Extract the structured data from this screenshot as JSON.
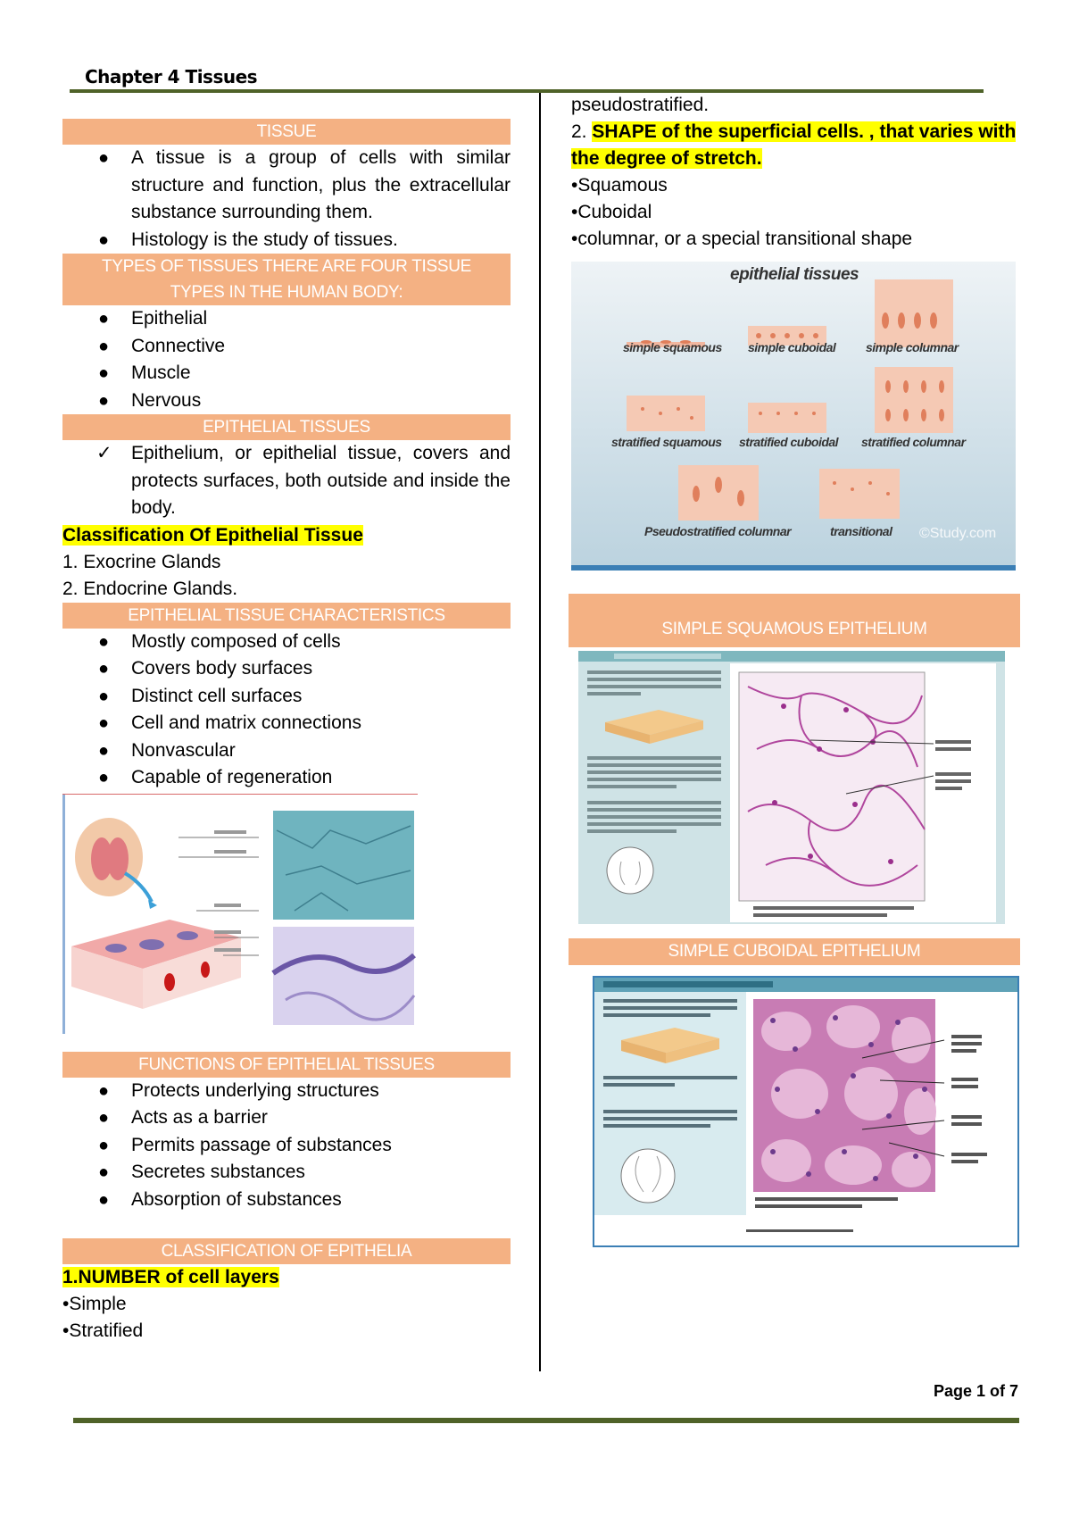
{
  "header": {
    "title": "Chapter 4  Tissues"
  },
  "left": {
    "tissue": {
      "heading": "TISSUE",
      "items": [
        "A tissue is a group of cells with similar structure and function, plus the extracellular substance surrounding them.",
        "Histology is the study of tissues."
      ]
    },
    "types": {
      "heading_line1": "TYPES OF TISSUES THERE ARE FOUR TISSUE",
      "heading_line2": "TYPES IN THE HUMAN BODY:",
      "items": [
        "Epithelial",
        "Connective",
        "Muscle",
        "Nervous"
      ]
    },
    "epithelial": {
      "heading": "EPITHELIAL TISSUES",
      "check_item": "Epithelium, or epithelial tissue, covers and protects surfaces, both outside and inside the body.",
      "classification_title": "Classification Of Epithelial Tissue",
      "classification_items": [
        "1. Exocrine Glands",
        "2. Endocrine Glands."
      ]
    },
    "characteristics": {
      "heading": "EPITHELIAL TISSUE CHARACTERISTICS",
      "items": [
        "Mostly composed of cells",
        "Covers body surfaces",
        "Distinct cell surfaces",
        "Cell and matrix connections",
        "Nonvascular",
        "Capable of regeneration"
      ]
    },
    "functions": {
      "heading": "FUNCTIONS OF EPITHELIAL TISSUES",
      "items": [
        "Protects underlying structures",
        "Acts as a barrier",
        "Permits passage of substances",
        "Secretes substances",
        "Absorption of substances"
      ]
    },
    "classification": {
      "heading": "CLASSIFICATION OF EPITHELIA",
      "number_title": "1.NUMBER of cell layers",
      "items": [
        "•Simple",
        "•Stratified"
      ]
    }
  },
  "right": {
    "continued": "pseudostratified.",
    "shape_number": "2. ",
    "shape_title": "SHAPE of the superficial cells. , that varies with the degree of stretch.",
    "shape_items": [
      "•Squamous",
      "•Cuboidal",
      "•columnar, or a special transitional shape"
    ],
    "epithelial_figure": {
      "title": "epithelial tissues",
      "labels": [
        "simple squamous",
        "simple cuboidal",
        "simple columnar",
        "stratified squamous",
        "stratified cuboidal",
        "stratified columnar",
        "Pseudostratified columnar",
        "transitional"
      ],
      "watermark": "©Study.com"
    },
    "simple_squamous_heading": "SIMPLE SQUAMOUS EPITHELIUM",
    "simple_cuboidal_heading": "SIMPLE CUBOIDAL EPITHELIUM"
  },
  "footer": {
    "page": "Page 1 of 7"
  },
  "colors": {
    "bar": "#f4b183",
    "rule": "#4f6228",
    "highlight": "#ffff00"
  }
}
